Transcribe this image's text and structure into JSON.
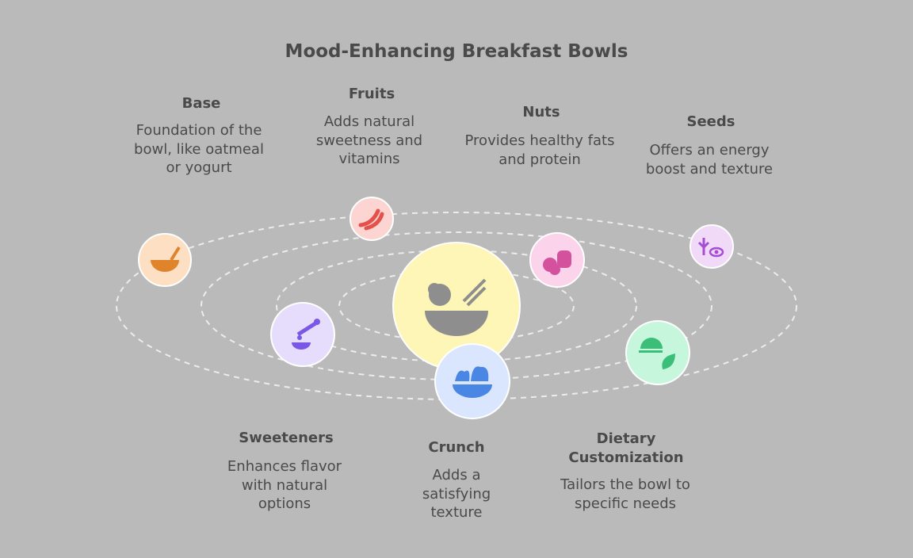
{
  "title": "Mood-Enhancing Breakfast Bowls",
  "items": [
    {
      "name": "Base",
      "desc": "Foundation of the bowl, like oatmeal or yogurt",
      "icon": "porridge-bowl-icon",
      "bg": "#fde0c4",
      "fg": "#e0842c"
    },
    {
      "name": "Fruits",
      "desc": "Adds natural sweetness and vitamins",
      "icon": "banana-icon",
      "bg": "#fcd5d2",
      "fg": "#e4504a"
    },
    {
      "name": "Nuts",
      "desc": "Provides healthy fats and protein",
      "icon": "nuts-jar-icon",
      "bg": "#fbd3ea",
      "fg": "#d4519e"
    },
    {
      "name": "Seeds",
      "desc": "Offers an energy boost and texture",
      "icon": "seed-plant-icon",
      "bg": "#f1daf8",
      "fg": "#a54ed2"
    },
    {
      "name": "Sweeteners",
      "desc": "Enhances flavor with natural options",
      "icon": "honey-dipper-icon",
      "bg": "#e6ddfc",
      "fg": "#7b57e6"
    },
    {
      "name": "Crunch",
      "desc": "Adds a satisfying texture",
      "icon": "salad-bowl-icon",
      "bg": "#d9e6fd",
      "fg": "#4a86e4"
    },
    {
      "name": "Dietary Customization",
      "desc": "Tailors the bowl to specific needs",
      "icon": "cloche-leaf-icon",
      "bg": "#c6f7dc",
      "fg": "#3bbf78"
    }
  ],
  "center": {
    "icon": "noodle-bowl-icon",
    "bg": "#fdf6b6",
    "fg": "#8e8e8e"
  }
}
